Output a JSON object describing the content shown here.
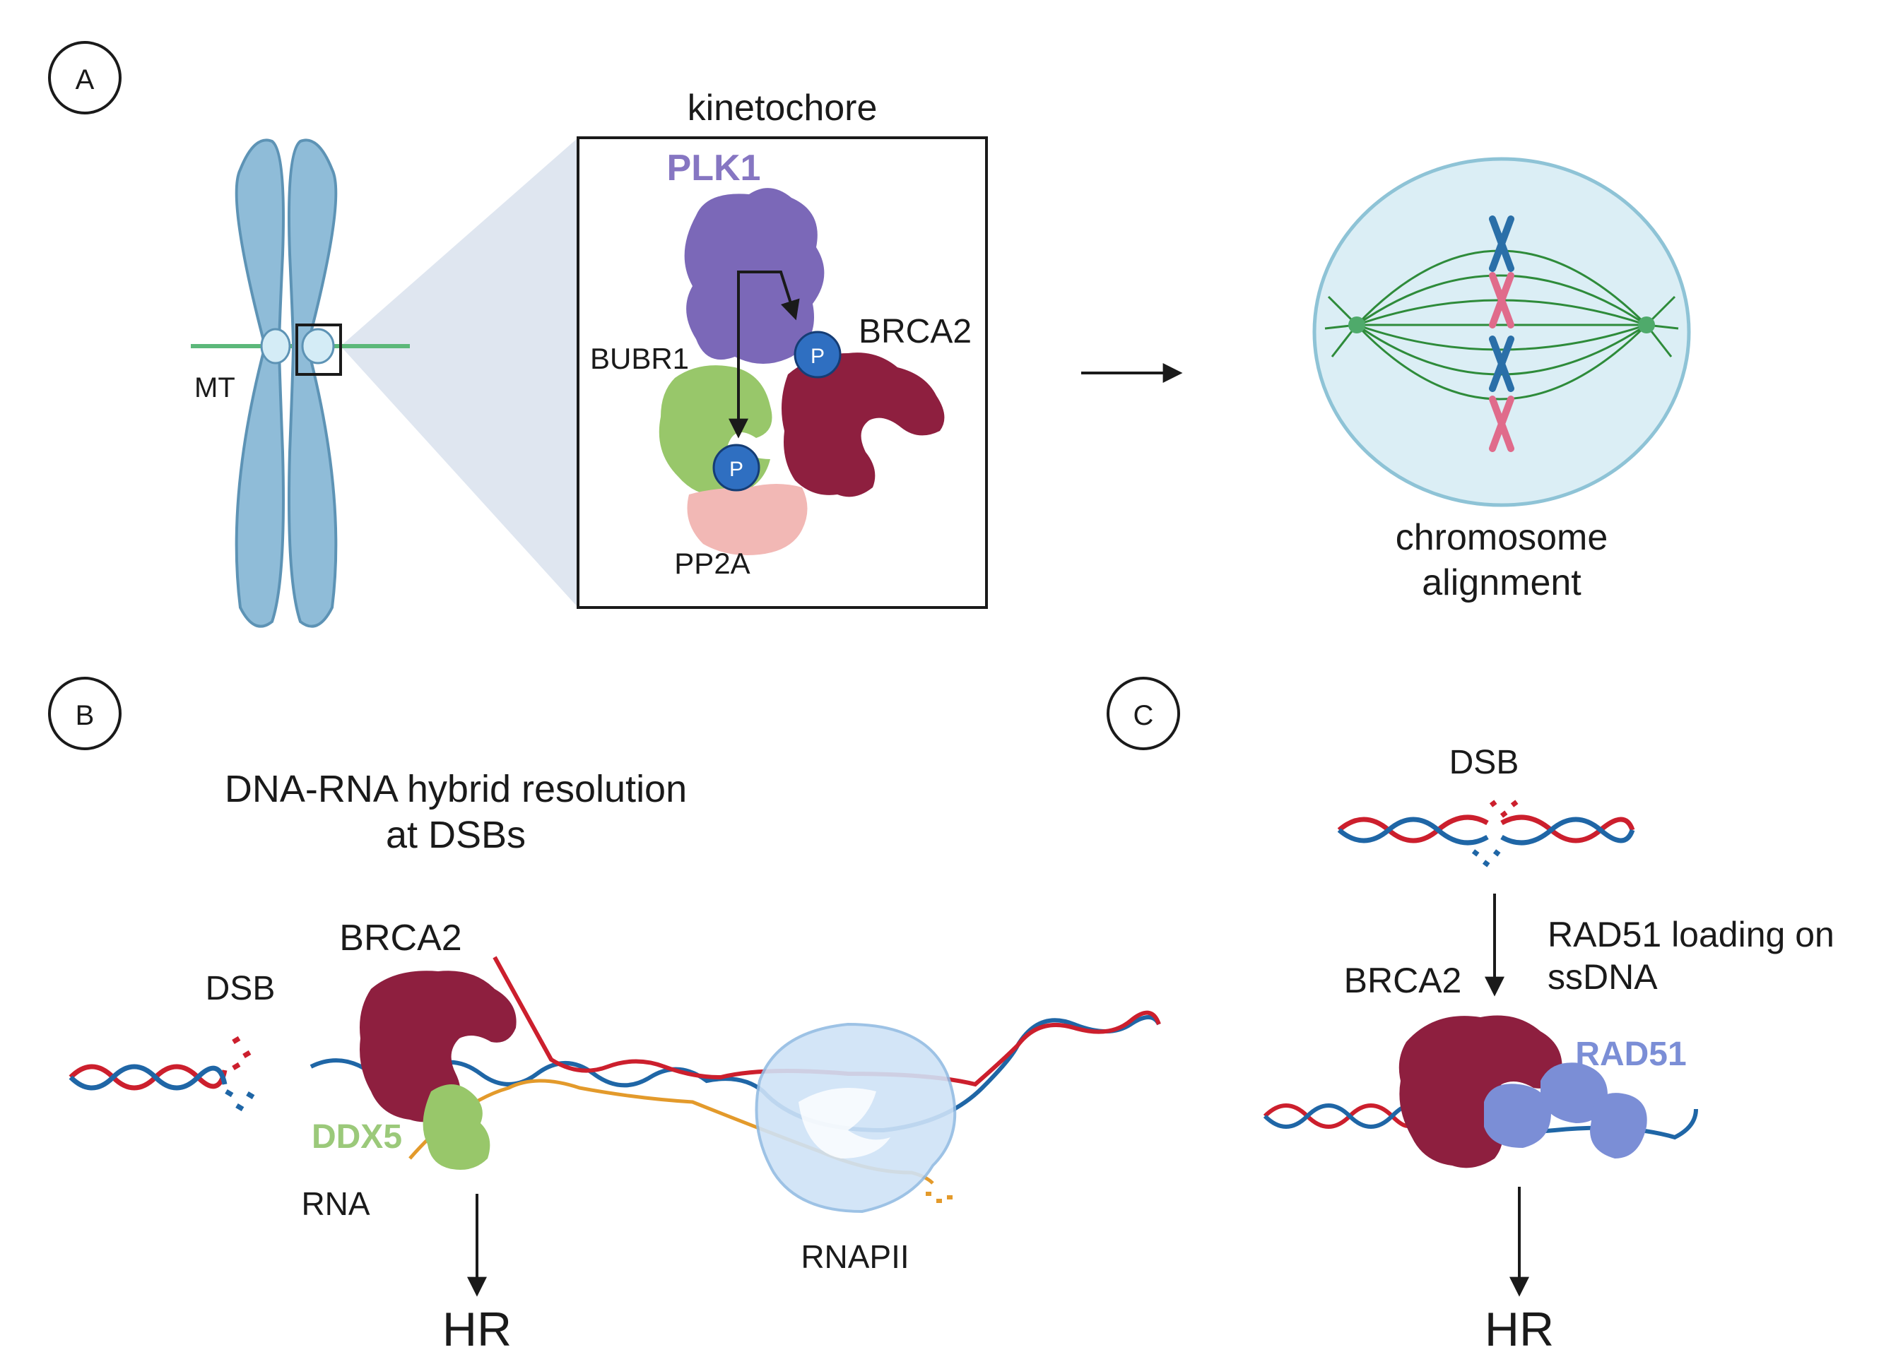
{
  "panels": {
    "a": {
      "letter": "A",
      "zoom_title": "kinetochore",
      "microtubule_label": "MT",
      "proteins": {
        "plk1": "PLK1",
        "bubr1": "BUBR1",
        "brca2": "BRCA2",
        "pp2a": "PP2A"
      },
      "phospho_label": "P",
      "outcome_line1": "chromosome",
      "outcome_line2": "alignment"
    },
    "b": {
      "letter": "B",
      "title_line1": "DNA-RNA hybrid resolution",
      "title_line2": "at DSBs",
      "dsb_label": "DSB",
      "brca2_label": "BRCA2",
      "ddx5_label": "DDX5",
      "rna_label": "RNA",
      "rnapii_label": "RNAPII",
      "outcome": "HR"
    },
    "c": {
      "letter": "C",
      "dsb_label": "DSB",
      "step_line1": "RAD51 loading on",
      "step_line2": "ssDNA",
      "brca2_label": "BRCA2",
      "rad51_label": "RAD51",
      "outcome": "HR"
    }
  },
  "colors": {
    "chromosome": "#8fbcd8",
    "microtubule": "#5cb87a",
    "plk1": "#7b68b8",
    "plk1_text": "#8676c2",
    "bubr1": "#98c76a",
    "brca2": "#8e1f3f",
    "pp2a": "#f2b8b5",
    "phospho": "#2f6fc1",
    "rad51": "#7b8ed6",
    "ddx5_text": "#9bc97a",
    "dna_red": "#cc1f2d",
    "dna_blue": "#1f66a6",
    "rna": "#e39a2b",
    "spindle": "#2e8b3a",
    "cell": "#dbeef5",
    "rnapii": "#cfe3f7"
  }
}
